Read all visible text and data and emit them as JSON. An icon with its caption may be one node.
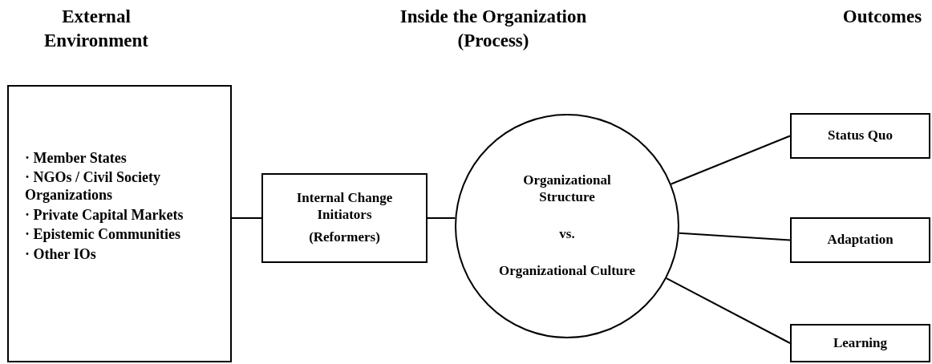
{
  "diagram": {
    "nodes": [
      {
        "text": [
          "· Member States",
          "· NGOs / Civil Society Organizations",
          "· Private Capital Markets",
          "· Epistemic Communities",
          "· Other IOs"
        ]
      },
      {
        "text": [
          "Internal Change Initiators",
          "(Reformers)"
        ]
      },
      {
        "text": [
          "Organizational Structure",
          "vs.",
          "Organizational Culture"
        ]
      },
      {
        "text": [
          "Status Quo"
        ]
      },
      {
        "text": [
          "Adaptation"
        ]
      },
      {
        "text": [
          "Learning"
        ]
      }
    ],
    "edges": [
      {
        "from": 0,
        "to": 1,
        "arrow": "none"
      },
      {
        "from": 1,
        "to": 2,
        "arrow": "none"
      },
      {
        "from": 2,
        "to": 3,
        "arrow": "none"
      },
      {
        "from": 2,
        "to": 4,
        "arrow": "none"
      },
      {
        "from": 2,
        "to": 5,
        "arrow": "none"
      }
    ],
    "labels": [
      "External Environment",
      "Inside the Organization (Process)",
      "Outcomes"
    ]
  }
}
